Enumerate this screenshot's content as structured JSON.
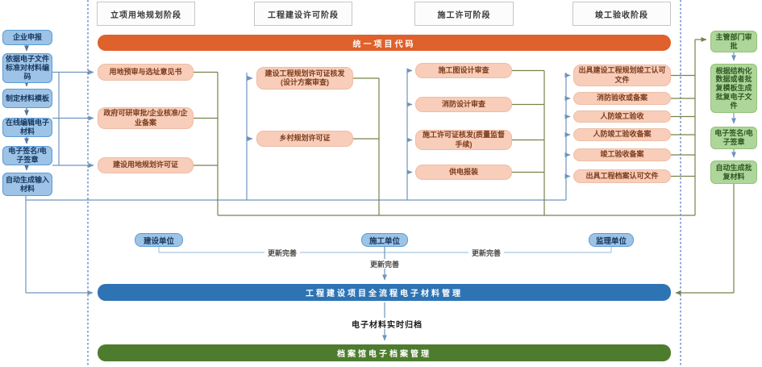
{
  "stages": [
    "立项用地规划阶段",
    "工程建设许可阶段",
    "施工许可阶段",
    "竣工验收阶段"
  ],
  "top_banner": {
    "label": "统一项目代码"
  },
  "left_flow": {
    "items": [
      "企业申报",
      "依据电子文件标准对材料编码",
      "制定材料模板",
      "在线编辑电子材料",
      "电子签名/电子签章",
      "自动生成输入材料"
    ]
  },
  "right_flow": {
    "items": [
      "主管部门审批",
      "根据结构化数据或者批复模板生成批复电子文件",
      "电子签名/电子签章",
      "自动生成批复材料"
    ]
  },
  "columns": [
    {
      "stage": "立项用地规划阶段",
      "boxes": [
        "用地预审与选址意见书",
        "政府可研审批/企业核准/企业备案",
        "建设用地规划许可证"
      ]
    },
    {
      "stage": "工程建设许可阶段",
      "boxes": [
        "建设工程规划许可证核发(设计方案审查)",
        "乡村规划许可证"
      ]
    },
    {
      "stage": "施工许可阶段",
      "boxes": [
        "施工图设计审查",
        "消防设计审查",
        "施工许可证核发(质量监督手续)",
        "供电报装"
      ]
    },
    {
      "stage": "竣工验收阶段",
      "boxes": [
        "出具建设工程规划竣工认可文件",
        "消防验收或备案",
        "人防竣工验收",
        "人防竣工验收备案",
        "竣工验收备案",
        "出具工程档案认可文件"
      ]
    }
  ],
  "units": [
    "建设单位",
    "施工单位",
    "监理单位"
  ],
  "update_labels": [
    "更新完善",
    "更新完善",
    "更新完善"
  ],
  "pipeline": {
    "materials_banner": "工程建设项目全流程电子材料管理",
    "archive_note": "电子材料实时归档",
    "archive_banner": "档案馆电子档案管理"
  },
  "colors": {
    "orange_banner": "#df612b",
    "blue_banner": "#2e74b5",
    "green_banner": "#4e7c2f",
    "pink_node": "#f8cdb9",
    "pink_text": "#7c3d1e",
    "blue_node": "#9dc3e6",
    "blue_text": "#17375e",
    "green_node": "#aed69a",
    "green_text": "#2e5823",
    "blue_wire": "#6f94bd",
    "olive_wire": "#78824a",
    "dotted_wire": "#4472c4"
  }
}
